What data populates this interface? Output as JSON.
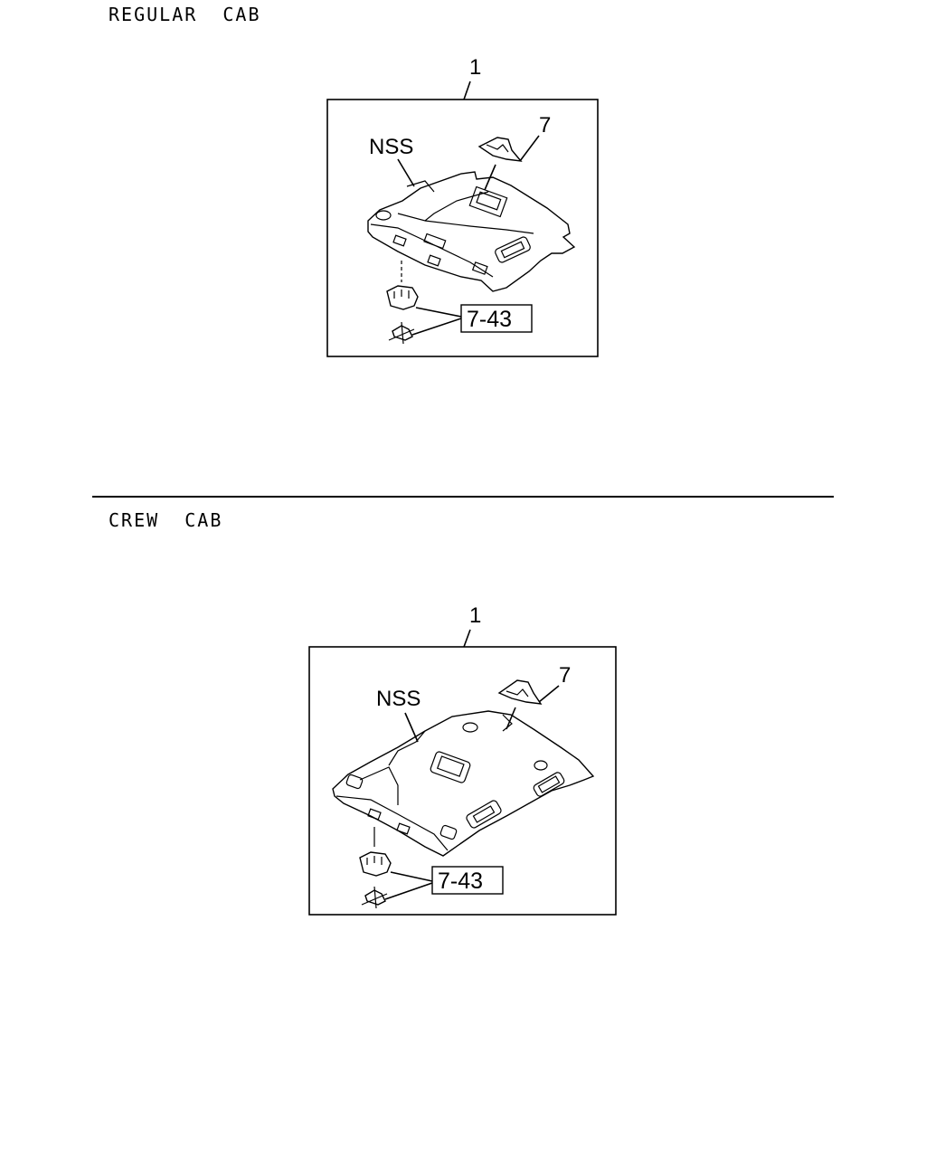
{
  "sections": [
    {
      "title": "REGULAR  CAB",
      "item_number": "1",
      "labels": {
        "nss": "NSS",
        "part7": "7",
        "ref": "7-43"
      }
    },
    {
      "title": "CREW  CAB",
      "item_number": "1",
      "labels": {
        "nss": "NSS",
        "part7": "7",
        "ref": "7-43"
      }
    }
  ]
}
